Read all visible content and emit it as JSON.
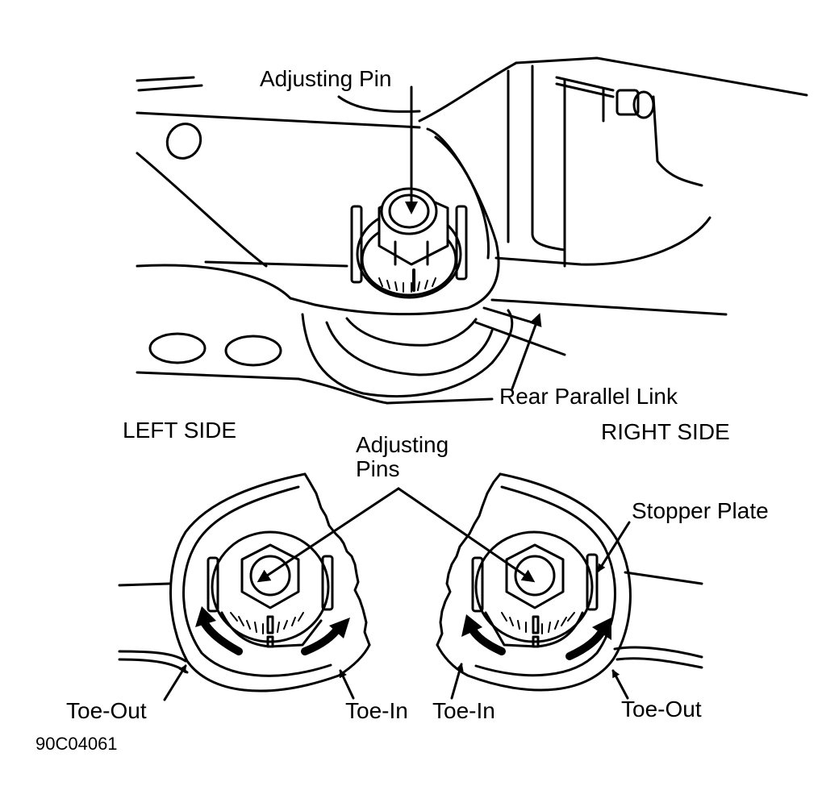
{
  "labels": {
    "adjusting_pin": "Adjusting Pin",
    "rear_parallel_link": "Rear Parallel Link",
    "left_side": "LEFT SIDE",
    "right_side": "RIGHT SIDE",
    "adjusting_pins_line1": "Adjusting",
    "adjusting_pins_line2": "Pins",
    "stopper_plate": "Stopper Plate",
    "toe_out_left": "Toe-Out",
    "toe_in_left": "Toe-In",
    "toe_in_right": "Toe-In",
    "toe_out_right": "Toe-Out",
    "figure_code": "90C04061"
  },
  "colors": {
    "ink": "#000000",
    "paper": "#ffffff"
  }
}
